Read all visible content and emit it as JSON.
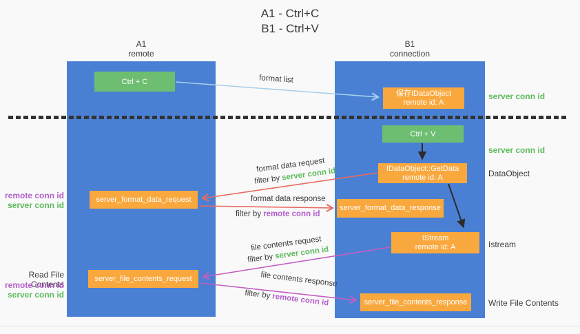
{
  "title": {
    "line1": "A1 - Ctrl+C",
    "line2": "B1 - Ctrl+V"
  },
  "columns": {
    "a1": {
      "id": "A1",
      "subtitle": "remote"
    },
    "b1": {
      "id": "B1",
      "subtitle": "connection"
    }
  },
  "boxes": {
    "ctrl_c": {
      "label": "Ctrl + C"
    },
    "ctrl_v": {
      "label": "Ctrl + V"
    },
    "save_dataobject": {
      "line1": "保存IDataObject",
      "line2": "remote id: A"
    },
    "getdata": {
      "line1": "IDataObject::GetData",
      "line2": "remote id: A"
    },
    "istream": {
      "line1": "IStream",
      "line2": "remote id: A"
    },
    "server_format_data_request": {
      "label": "server_format_data_request"
    },
    "server_format_data_response": {
      "label": "server_format_data_response"
    },
    "server_file_contents_request": {
      "label": "server_file_contents_request"
    },
    "server_file_contents_response": {
      "label": "server_file_contents_response"
    }
  },
  "arrow_labels": {
    "format_list": "format list",
    "format_data_request": "format data request",
    "format_data_response": "format data response",
    "file_contents_request": "file contents request",
    "file_contents_response": "file contents response",
    "filter_by": "filter by",
    "server_conn_id": "server conn id",
    "remote_conn_id": "remote conn id"
  },
  "side_labels": {
    "remote_conn_id": "remote conn id",
    "server_conn_id": "server conn id",
    "read_file_contents": "Read File Contents",
    "write_file_contents": "Write File Contents",
    "dataobject": "DataObject",
    "istream": "Istream"
  },
  "colors": {
    "column_blue": "#4a80d4",
    "box_green": "#6dbe71",
    "box_orange": "#f9a83e",
    "arrow_blue": "#a8cfec",
    "arrow_red": "#e8695f",
    "arrow_magenta": "#c45ec4",
    "arrow_black": "#2b2b2b",
    "text_green": "#5eba5e",
    "text_purple": "#b35fc9"
  }
}
